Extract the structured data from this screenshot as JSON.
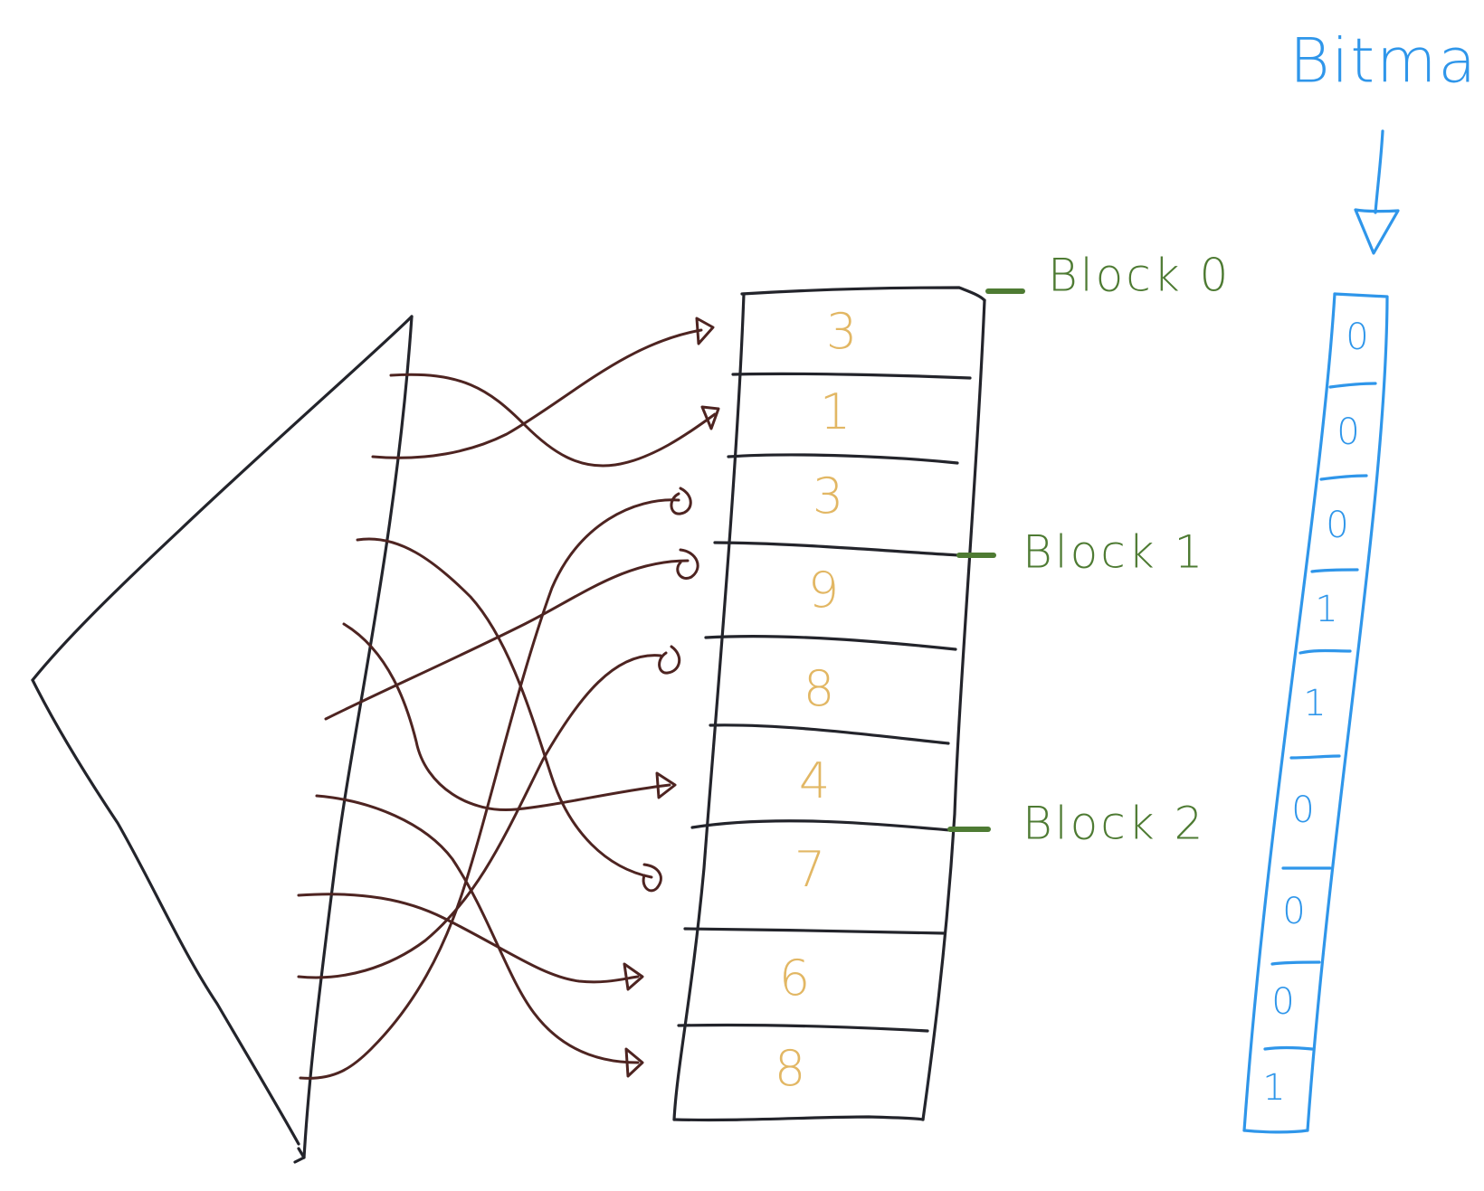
{
  "array_values": [
    "3",
    "1",
    "3",
    "9",
    "8",
    "4",
    "7",
    "6",
    "8"
  ],
  "blocks": [
    "Block 0",
    "Block 1",
    "Block 2"
  ],
  "bitmap": {
    "title": "Bitmap",
    "bits": [
      "0",
      "0",
      "0",
      "1",
      "1",
      "0",
      "0",
      "0",
      "1"
    ]
  },
  "colors": {
    "tree": "#23242b",
    "pointers": "#4e2421",
    "values": "#e2b764",
    "blocks": "#4e7b33",
    "bitmap": "#2f96ea"
  }
}
